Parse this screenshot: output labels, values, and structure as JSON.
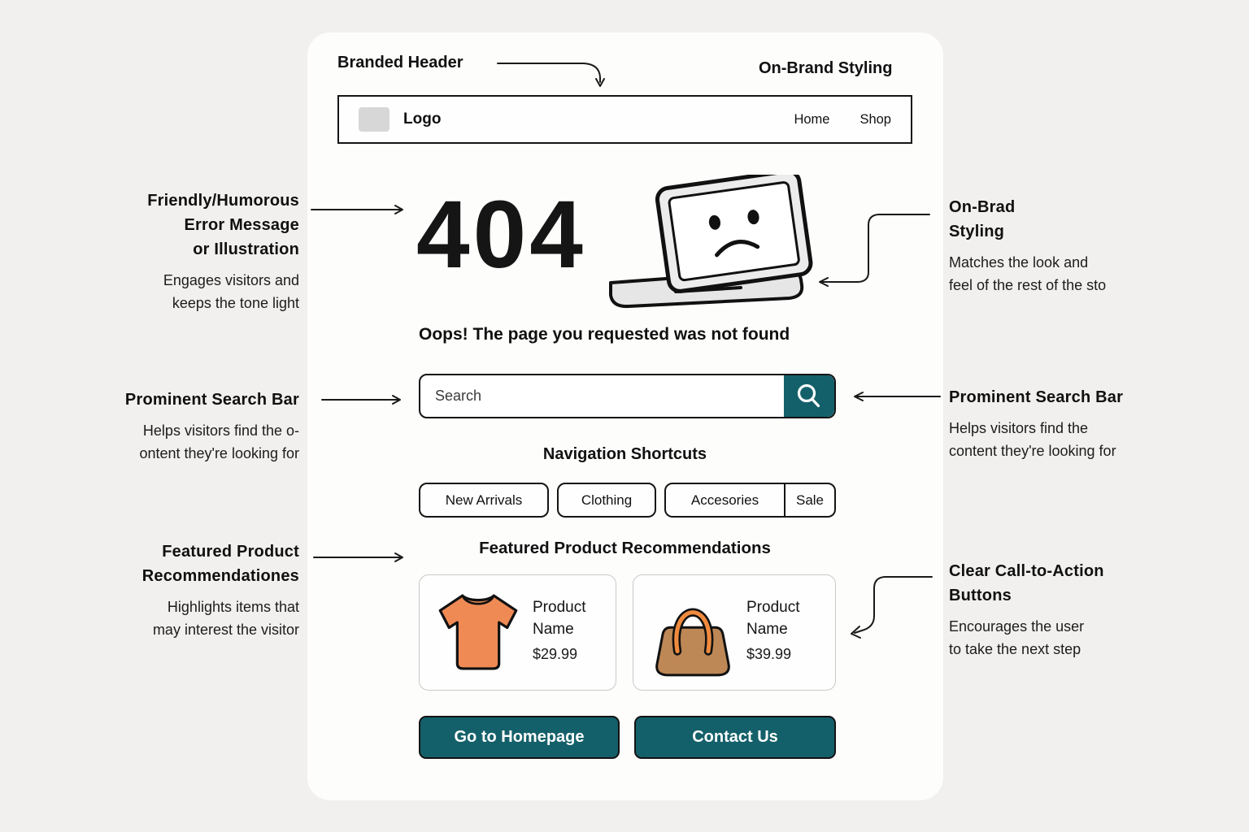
{
  "page": {
    "bg_color": "#f1f0ee",
    "panel_bg": "#fdfdfc",
    "accent_teal": "#14606a",
    "shirt_orange": "#f08a55",
    "bag_brown": "#bd8756",
    "bag_handle_orange": "#ef8a3e"
  },
  "callouts": {
    "branded_header": {
      "title": "Branded Header"
    },
    "on_brand_top": {
      "title": "On-Brand Styling"
    },
    "friendly_error": {
      "title_lines": [
        "Friendly/Humorous",
        "Error Message",
        "or Illustration"
      ],
      "body_lines": [
        "Engages visitors and",
        "keeps the tone light"
      ]
    },
    "on_brand_right": {
      "title_lines": [
        "On-Brad",
        "Styling"
      ],
      "body_lines": [
        "Matches the look and",
        "feel of the rest of the sto"
      ]
    },
    "search_left": {
      "title": "Prominent Search Bar",
      "body_lines": [
        "Helps visitors find the o-",
        "ontent they're looking for"
      ]
    },
    "search_right": {
      "title": "Prominent Search Bar",
      "body_lines": [
        "Helps visitors find the",
        "content they're looking for"
      ]
    },
    "featured_left": {
      "title_lines": [
        "Featured Product",
        "Recommendationes"
      ],
      "body_lines": [
        "Highlights items that",
        "may interest the visitor"
      ]
    },
    "cta_right": {
      "title_lines": [
        "Clear Call-to-Action",
        "Buttons"
      ],
      "body_lines": [
        "Encourages the user",
        "to take the next step"
      ]
    }
  },
  "header": {
    "logo_label": "Logo",
    "nav_items": [
      {
        "label": "Home"
      },
      {
        "label": "Shop"
      }
    ]
  },
  "error": {
    "code": "404",
    "message": "Oops! The page you requested was not found"
  },
  "search": {
    "placeholder": "Search"
  },
  "shortcuts": {
    "title": "Navigation Shortcuts",
    "items": [
      {
        "label": "New Arrivals"
      },
      {
        "label": "Clothing"
      },
      {
        "label": "Accesories"
      },
      {
        "label": "Sale"
      }
    ]
  },
  "featured": {
    "title": "Featured Product Recommendations",
    "products": [
      {
        "name_lines": [
          "Product",
          "Name"
        ],
        "price": "$29.99",
        "icon": "tshirt-icon"
      },
      {
        "name_lines": [
          "Product",
          "Name"
        ],
        "price": "$39.99",
        "icon": "handbag-icon"
      }
    ]
  },
  "cta": {
    "buttons": [
      {
        "label": "Go to Homepage"
      },
      {
        "label": "Contact Us"
      }
    ]
  }
}
